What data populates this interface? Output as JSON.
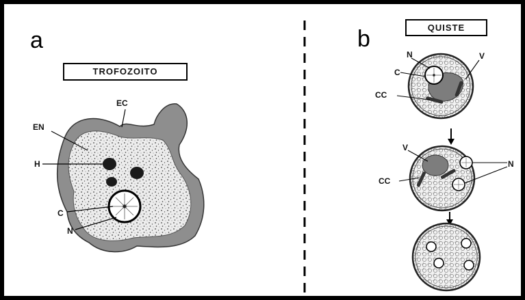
{
  "panels": {
    "a": {
      "letter": "a",
      "title": "TROFOZOITO",
      "labels": {
        "ec": "EC",
        "en": "EN",
        "h": "H",
        "c": "C",
        "n": "N"
      }
    },
    "b": {
      "letter": "b",
      "title": "QUISTE",
      "cyst1_labels": {
        "n": "N",
        "v": "V",
        "c": "C",
        "cc": "CC"
      },
      "cyst2_labels": {
        "v": "V",
        "n": "N",
        "cc": "CC"
      }
    }
  },
  "colors": {
    "frame": "#000000",
    "ectoplasm": "#8e8e8e",
    "endoplasm": "#e4e4e4",
    "nucleus": "#ffffff",
    "hematies": "#1a1a1a"
  }
}
